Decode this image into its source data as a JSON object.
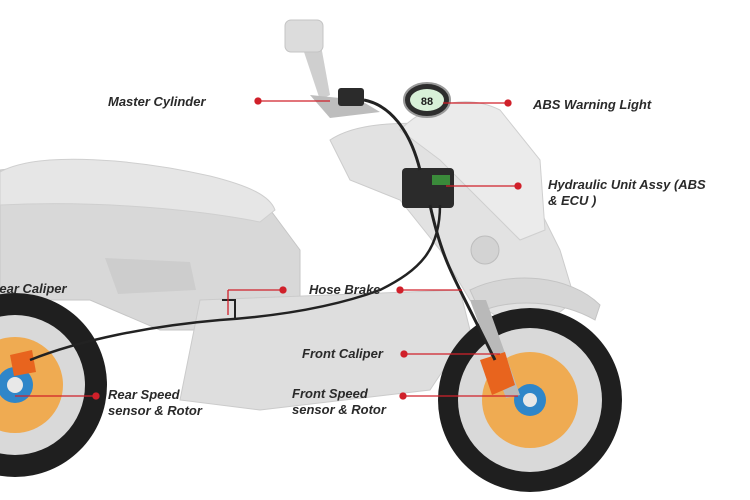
{
  "colors": {
    "body": "#dcdcdc",
    "body_dark": "#c4c4c4",
    "body_light": "#ececec",
    "tire": "#1f1f1f",
    "disc": "#f2a23a",
    "caliper": "#e8641e",
    "sensor_blue": "#2f86c9",
    "hose": "#222222",
    "leader": "#d0202a",
    "label": "#2a2a2a"
  },
  "labels": {
    "master_cylinder": "Master Cylinder",
    "abs_warning_light": "ABS Warning Light",
    "hydraulic_unit_line1": "Hydraulic Unit Assy (ABS",
    "hydraulic_unit_line2": "& ECU )",
    "rear_caliper": "Rear Caliper",
    "hose_brake": "Hose Brake",
    "front_caliper": "Front Caliper",
    "rear_speed_line1": "Rear  Speed",
    "rear_speed_line2": "sensor & Rotor",
    "front_speed_line1": "Front Speed",
    "front_speed_line2": "sensor & Rotor"
  },
  "dashboard": {
    "speed_readout": "88"
  }
}
